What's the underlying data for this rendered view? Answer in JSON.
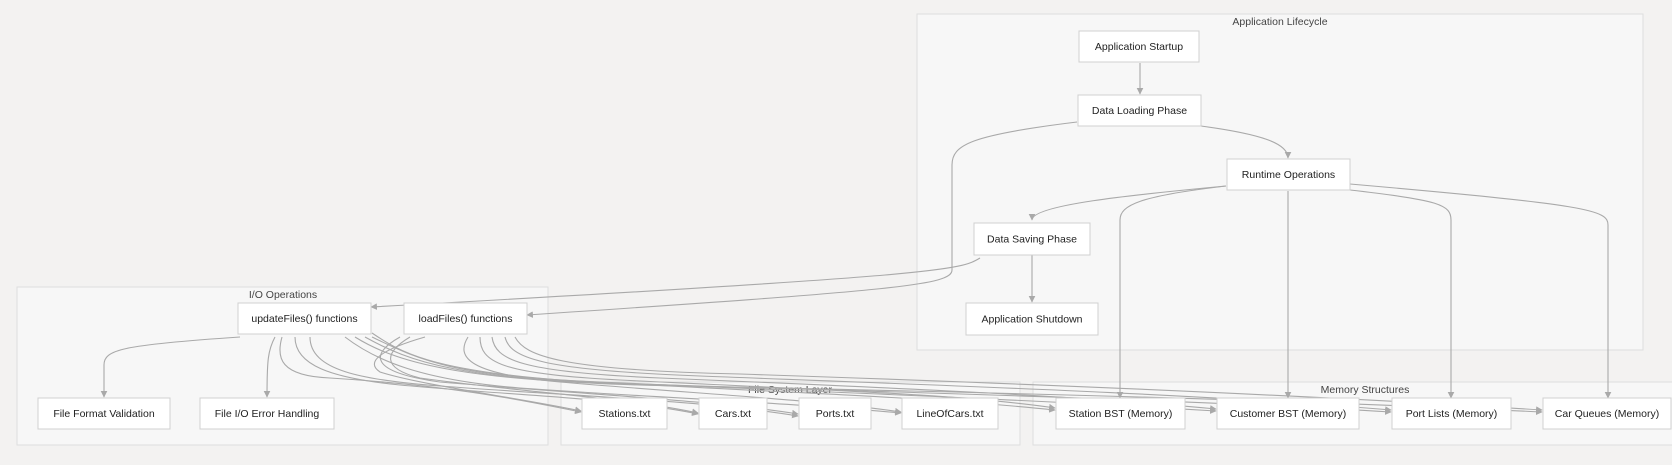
{
  "clusters": {
    "lifecycle": {
      "title": "Application Lifecycle"
    },
    "io": {
      "title": "I/O Operations"
    },
    "filesystem": {
      "title": "File System Layer"
    },
    "memory": {
      "title": "Memory Structures"
    }
  },
  "nodes": {
    "startup": "Application Startup",
    "loading": "Data Loading Phase",
    "runtime": "Runtime Operations",
    "saving": "Data Saving Phase",
    "shutdown": "Application Shutdown",
    "update_files": "updateFiles() functions",
    "load_files": "loadFiles() functions",
    "format_validation": "File Format Validation",
    "io_error": "File I/O Error Handling",
    "stations_txt": "Stations.txt",
    "cars_txt": "Cars.txt",
    "ports_txt": "Ports.txt",
    "lineofcars_txt": "LineOfCars.txt",
    "station_bst": "Station BST (Memory)",
    "customer_bst": "Customer BST (Memory)",
    "port_lists": "Port Lists (Memory)",
    "car_queues": "Car Queues (Memory)"
  },
  "edges": [
    {
      "from": "startup",
      "to": "loading"
    },
    {
      "from": "loading",
      "to": "runtime"
    },
    {
      "from": "loading",
      "to": "load_files"
    },
    {
      "from": "runtime",
      "to": "saving"
    },
    {
      "from": "runtime",
      "to": "station_bst"
    },
    {
      "from": "runtime",
      "to": "customer_bst"
    },
    {
      "from": "runtime",
      "to": "port_lists"
    },
    {
      "from": "runtime",
      "to": "car_queues"
    },
    {
      "from": "saving",
      "to": "shutdown"
    },
    {
      "from": "saving",
      "to": "update_files"
    },
    {
      "from": "update_files",
      "to": "format_validation"
    },
    {
      "from": "update_files",
      "to": "io_error"
    },
    {
      "from": "update_files",
      "to": "stations_txt"
    },
    {
      "from": "update_files",
      "to": "cars_txt"
    },
    {
      "from": "update_files",
      "to": "ports_txt"
    },
    {
      "from": "update_files",
      "to": "lineofcars_txt"
    },
    {
      "from": "load_files",
      "to": "stations_txt"
    },
    {
      "from": "load_files",
      "to": "cars_txt"
    },
    {
      "from": "load_files",
      "to": "ports_txt"
    },
    {
      "from": "load_files",
      "to": "lineofcars_txt"
    },
    {
      "from": "load_files",
      "to": "station_bst"
    },
    {
      "from": "load_files",
      "to": "customer_bst"
    },
    {
      "from": "load_files",
      "to": "port_lists"
    },
    {
      "from": "load_files",
      "to": "car_queues"
    },
    {
      "from": "update_files",
      "to": "station_bst"
    },
    {
      "from": "update_files",
      "to": "customer_bst"
    },
    {
      "from": "update_files",
      "to": "port_lists"
    },
    {
      "from": "update_files",
      "to": "car_queues"
    }
  ]
}
